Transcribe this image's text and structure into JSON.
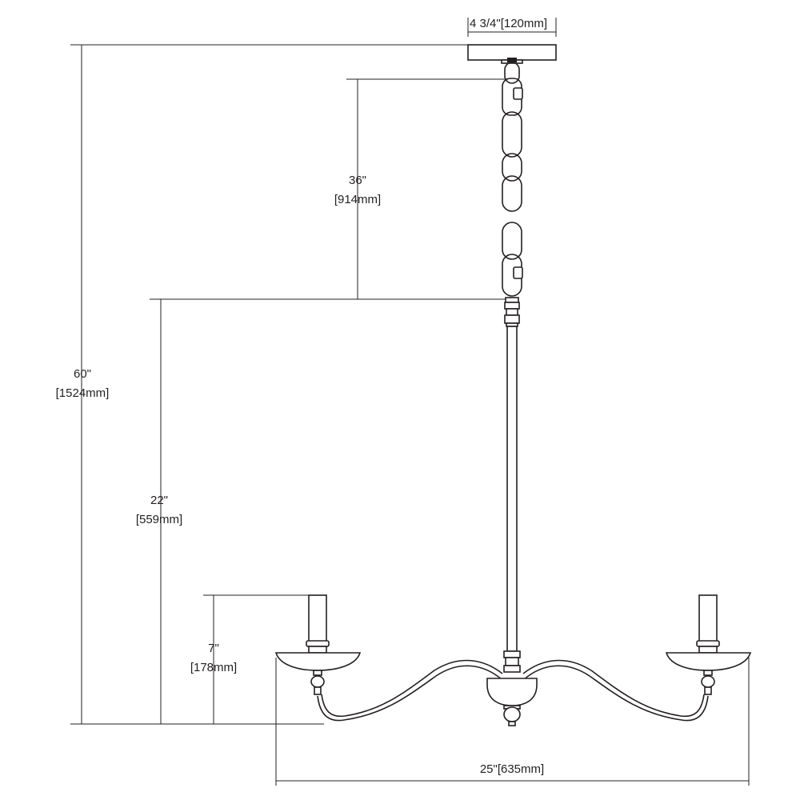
{
  "dimensions": {
    "canopy_width": {
      "imperial": "4 3/4\"",
      "metric": "[120mm]"
    },
    "overall_height": {
      "imperial": "60\"",
      "metric": "[1524mm]"
    },
    "chain_length": {
      "imperial": "36\"",
      "metric": "[914mm]"
    },
    "body_height": {
      "imperial": "22\"",
      "metric": "[559mm]"
    },
    "candle_height": {
      "imperial": "7\"",
      "metric": "[178mm]"
    },
    "overall_width": {
      "imperial": "25\"",
      "metric": "[635mm]"
    }
  }
}
